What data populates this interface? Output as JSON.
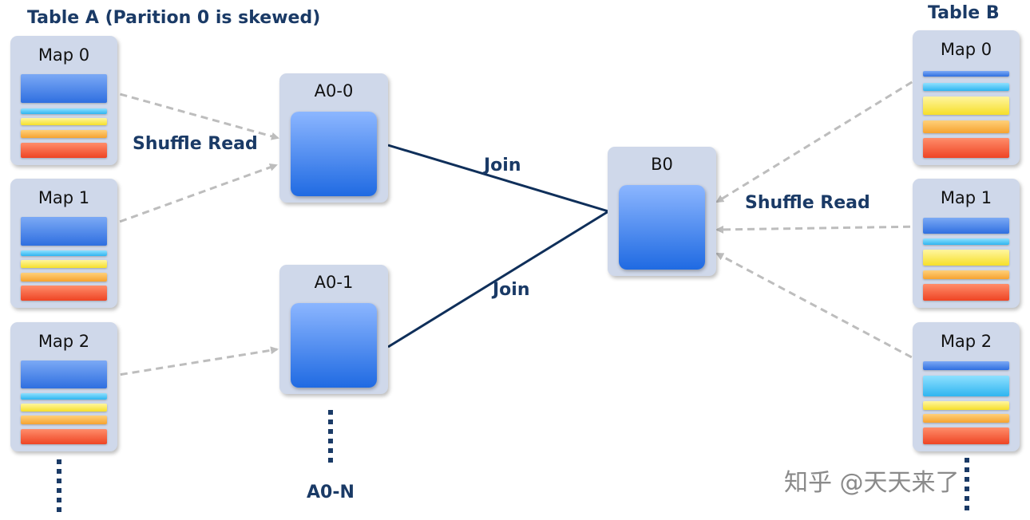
{
  "table_a": {
    "title": "Table A (Parition 0 is skewed)"
  },
  "table_b": {
    "title": "Table B"
  },
  "left_maps": [
    {
      "label": "Map 0"
    },
    {
      "label": "Map 1"
    },
    {
      "label": "Map 2"
    }
  ],
  "right_maps": [
    {
      "label": "Map 0"
    },
    {
      "label": "Map 1"
    },
    {
      "label": "Map 2"
    }
  ],
  "partitions": {
    "a0_0": "A0-0",
    "a0_1": "A0-1",
    "a0_n": "A0-N",
    "b0": "B0"
  },
  "edges": {
    "shuffle_read_left": "Shuffle Read",
    "shuffle_read_right": "Shuffle Read",
    "join_top": "Join",
    "join_bottom": "Join"
  },
  "watermark": "知乎 @天天来了",
  "colors": {
    "heading": "#1a3a66",
    "box_bg": "#cfd8ea",
    "join_line": "#0f2f5a",
    "shuffle_arrow": "#bdbdbd"
  }
}
